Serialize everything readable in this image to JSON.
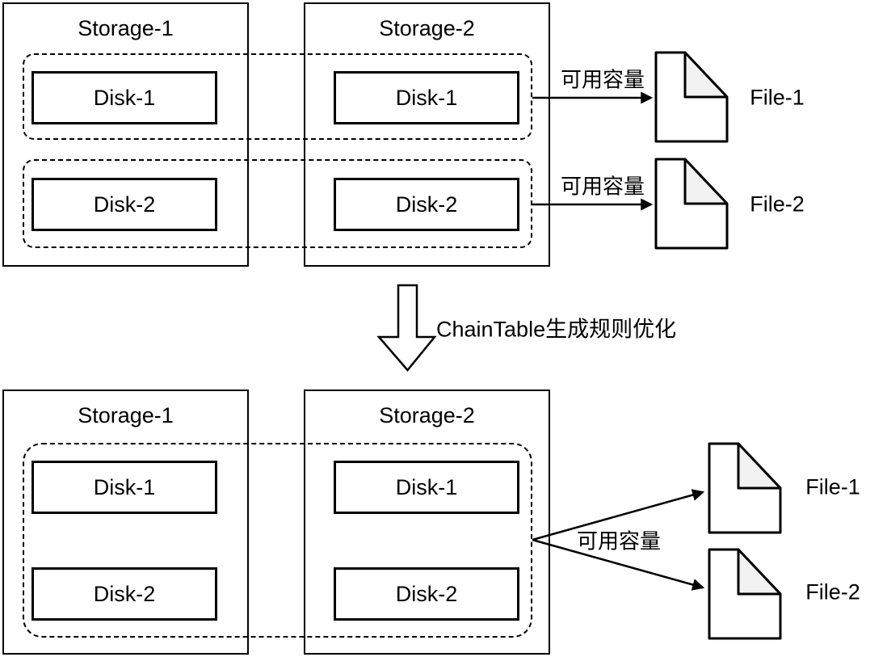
{
  "colors": {
    "stroke": "#000000",
    "background": "#ffffff",
    "file_fold_fill": "#f2f2f2"
  },
  "before": {
    "storage1": {
      "title": "Storage-1",
      "disk1": "Disk-1",
      "disk2": "Disk-2"
    },
    "storage2": {
      "title": "Storage-2",
      "disk1": "Disk-1",
      "disk2": "Disk-2"
    },
    "capacity_label_1": "可用容量",
    "capacity_label_2": "可用容量",
    "file1": "File-1",
    "file2": "File-2"
  },
  "transition": {
    "label": "ChainTable生成规则优化"
  },
  "after": {
    "storage1": {
      "title": "Storage-1",
      "disk1": "Disk-1",
      "disk2": "Disk-2"
    },
    "storage2": {
      "title": "Storage-2",
      "disk1": "Disk-1",
      "disk2": "Disk-2"
    },
    "capacity_label": "可用容量",
    "file1": "File-1",
    "file2": "File-2"
  }
}
